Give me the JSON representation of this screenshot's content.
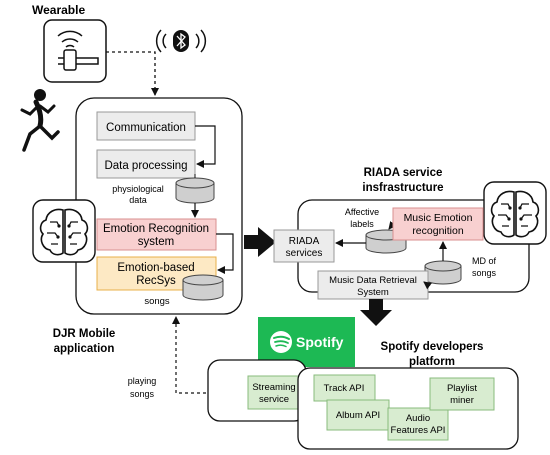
{
  "wearable": {
    "title": "Wearable"
  },
  "mobile_app": {
    "title_line1": "DJR Mobile",
    "title_line2": "application",
    "communication": "Communication",
    "data_processing": "Data processing",
    "physiological_line1": "physiological",
    "physiological_line2": "data",
    "emotion_recognition_line1": "Emotion Recognition",
    "emotion_recognition_line2": "system",
    "recsys_line1": "Emotion-based",
    "recsys_line2": "RecSys",
    "songs": "songs"
  },
  "playing_songs": {
    "line1": "playing",
    "line2": "songs"
  },
  "riada": {
    "title_line1": "RIADA service",
    "title_line2": "insfrastructure",
    "affective_line1": "Affective",
    "affective_line2": "labels",
    "riada_services_line1": "RIADA",
    "riada_services_line2": "services",
    "music_emotion_line1": "Music Emotion",
    "music_emotion_line2": "recognition",
    "md_line1": "MD of",
    "md_line2": "songs",
    "retrieval_line1": "Music Data Retrieval",
    "retrieval_line2": "System"
  },
  "spotify": {
    "logo_text": "Spotify",
    "title_line1": "Spotify developers",
    "title_line2": "platform",
    "streaming_line1": "Streaming",
    "streaming_line2": "service",
    "track_api": "Track API",
    "album_api": "Album API",
    "audio_line1": "Audio",
    "audio_line2": "Features API",
    "playlist_line1": "Playlist",
    "playlist_line2": "miner"
  },
  "colors": {
    "grey_box": "#ececec",
    "pink_box": "#f8d0d0",
    "pink_border": "#d88f8f",
    "orange_box": "#fde9c4",
    "orange_border": "#e8b04a",
    "green_box": "#d8ecd0",
    "green_border": "#88bb7c",
    "spotify_green": "#1db954",
    "db_fill": "#cfcfcf"
  },
  "icons": [
    "wearable-watch-icon",
    "bluetooth-icon",
    "runner-icon",
    "brain-icon",
    "spotify-logo-icon"
  ]
}
